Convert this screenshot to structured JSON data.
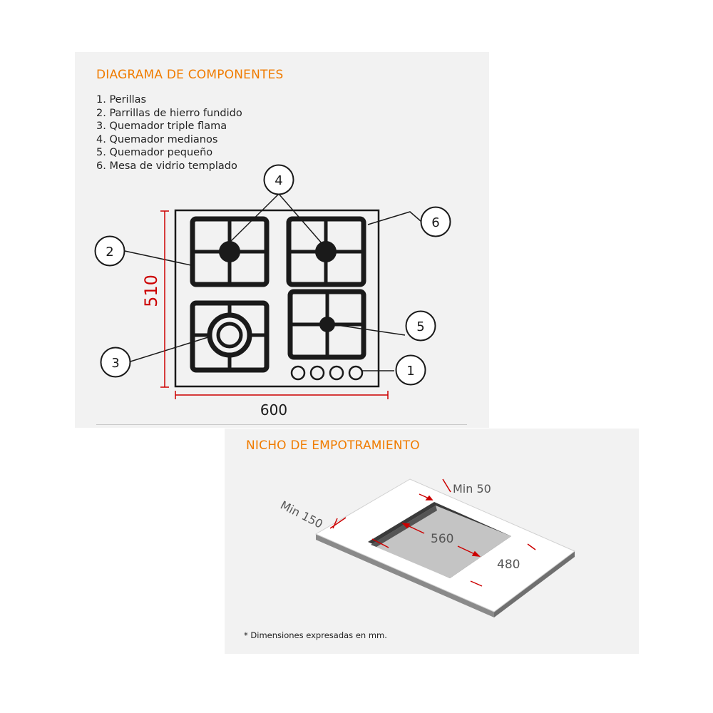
{
  "components_section": {
    "title": "DIAGRAMA DE COMPONENTES",
    "items": [
      "1. Perillas",
      "2. Parrillas de hierro fundido",
      "3. Quemador triple flama",
      "4. Quemador medianos",
      "5. Quemador pequeño",
      "6. Mesa de vidrio templado"
    ],
    "dimension_height": "510",
    "dimension_width": "600",
    "callouts": [
      "1",
      "2",
      "3",
      "4",
      "5",
      "6"
    ]
  },
  "niche_section": {
    "title": "NICHO DE EMPOTRAMIENTO",
    "label_min50": "Min 50",
    "label_min150": "Min 150",
    "label_560": "560",
    "label_480": "480",
    "footnote": "* Dimensiones expresadas en mm."
  },
  "colors": {
    "accent": "#f07c00",
    "dimension": "#cc0000",
    "panel": "#f2f2f2"
  }
}
